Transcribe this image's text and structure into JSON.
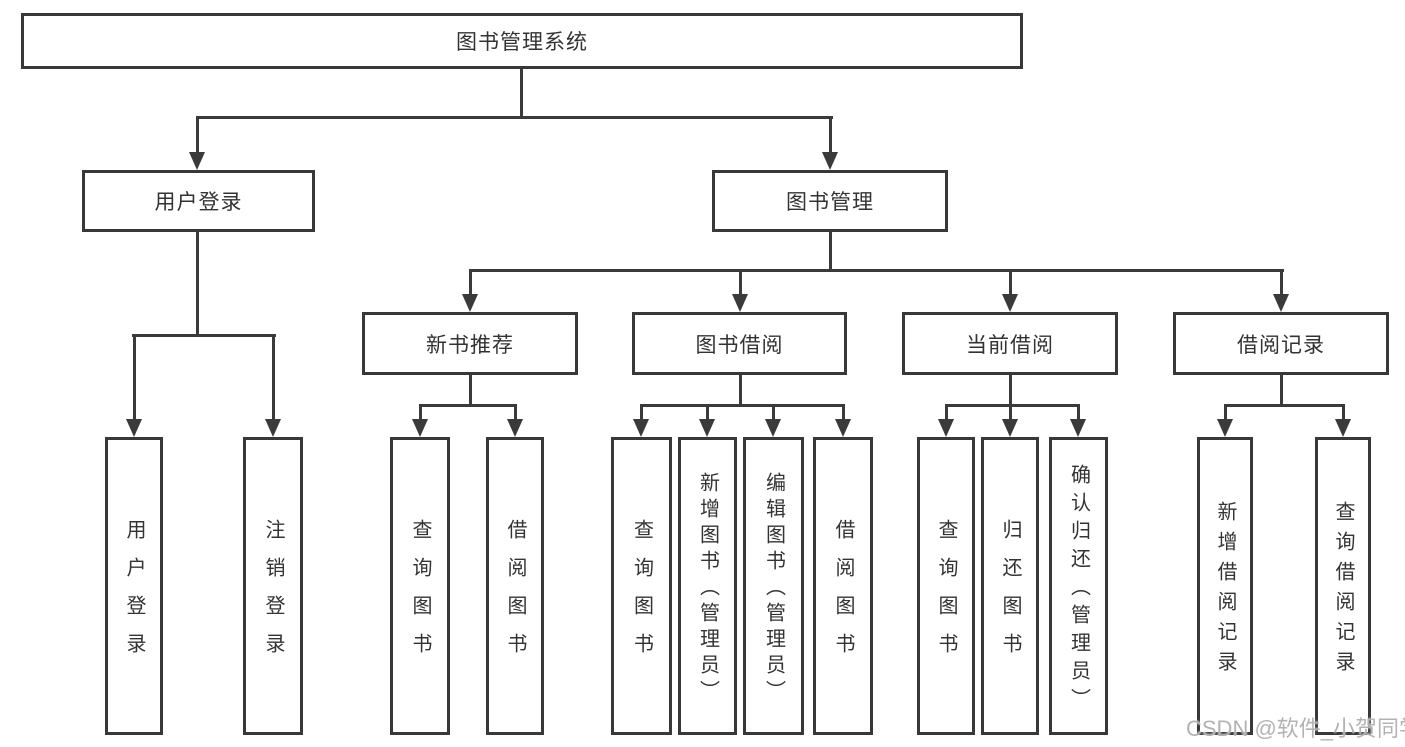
{
  "diagram": {
    "root": {
      "label": "图书管理系统"
    },
    "level2": [
      {
        "label": "用户登录"
      },
      {
        "label": "图书管理"
      }
    ],
    "level3": [
      {
        "label": "新书推荐"
      },
      {
        "label": "图书借阅"
      },
      {
        "label": "当前借阅"
      },
      {
        "label": "借阅记录"
      }
    ],
    "leaves": {
      "user_login": [
        {
          "label": "用户登录"
        },
        {
          "label": "注销登录"
        }
      ],
      "new_book": [
        {
          "label": "查询图书"
        },
        {
          "label": "借阅图书"
        }
      ],
      "book_borrow": [
        {
          "label": "查询图书"
        },
        {
          "label": "新增图书（管理员）"
        },
        {
          "label": "编辑图书（管理员）"
        },
        {
          "label": "借阅图书"
        }
      ],
      "current_borrow": [
        {
          "label": "查询图书"
        },
        {
          "label": "归还图书"
        },
        {
          "label": "确认归还（管理员）"
        }
      ],
      "records": [
        {
          "label": "新增借阅记录"
        },
        {
          "label": "查询借阅记录"
        }
      ]
    },
    "watermark": "CSDN @软件_小贺同学",
    "colors": {
      "line": "#3a3a3a",
      "border": "#383838",
      "text": "#333333",
      "watermark": "#afafaf",
      "background": "#ffffff"
    }
  }
}
